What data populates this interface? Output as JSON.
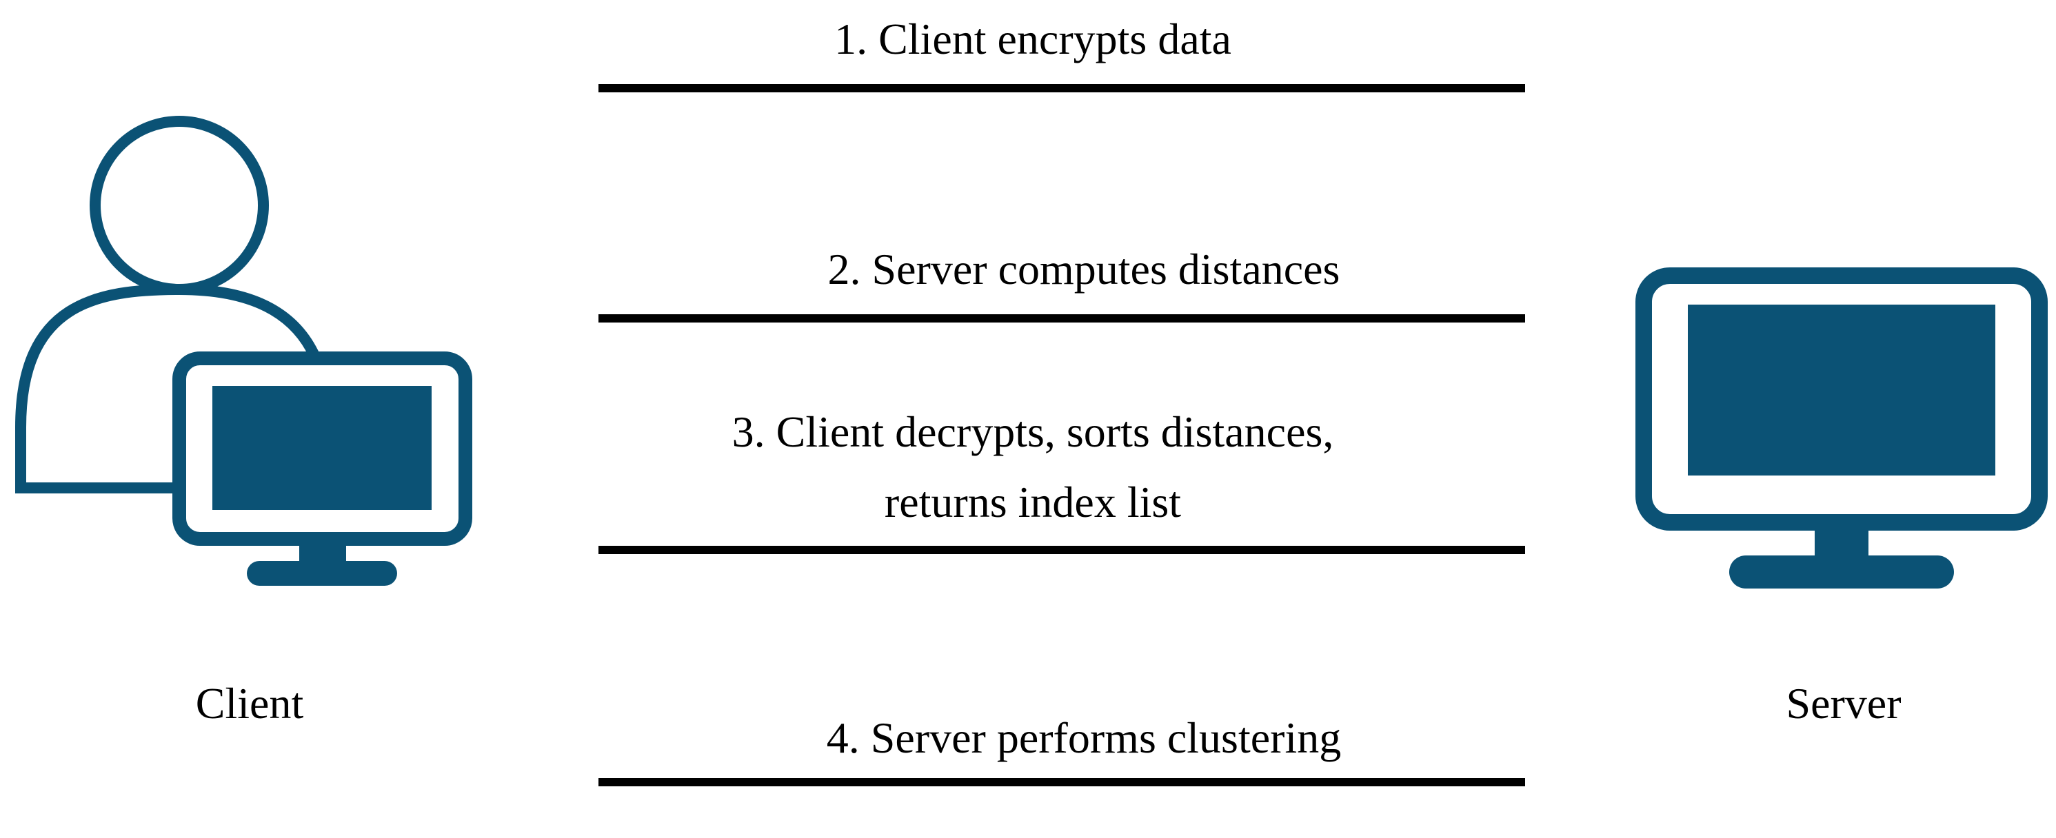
{
  "colors": {
    "icon": "#0b5275",
    "arrow": "#000000",
    "background": "#ffffff"
  },
  "client": {
    "label": "Client",
    "icon": "user-with-monitor-icon"
  },
  "server": {
    "label": "Server",
    "icon": "monitor-icon"
  },
  "steps": [
    {
      "lines": [
        "1. Client encrypts data"
      ],
      "direction": "client-to-server"
    },
    {
      "lines": [
        "2. Server computes distances"
      ],
      "direction": "server-to-client"
    },
    {
      "lines": [
        "3. Client decrypts, sorts distances,",
        "returns index list"
      ],
      "direction": "client-to-server"
    },
    {
      "lines": [
        "4. Server performs clustering"
      ],
      "direction": "server-to-client"
    }
  ]
}
